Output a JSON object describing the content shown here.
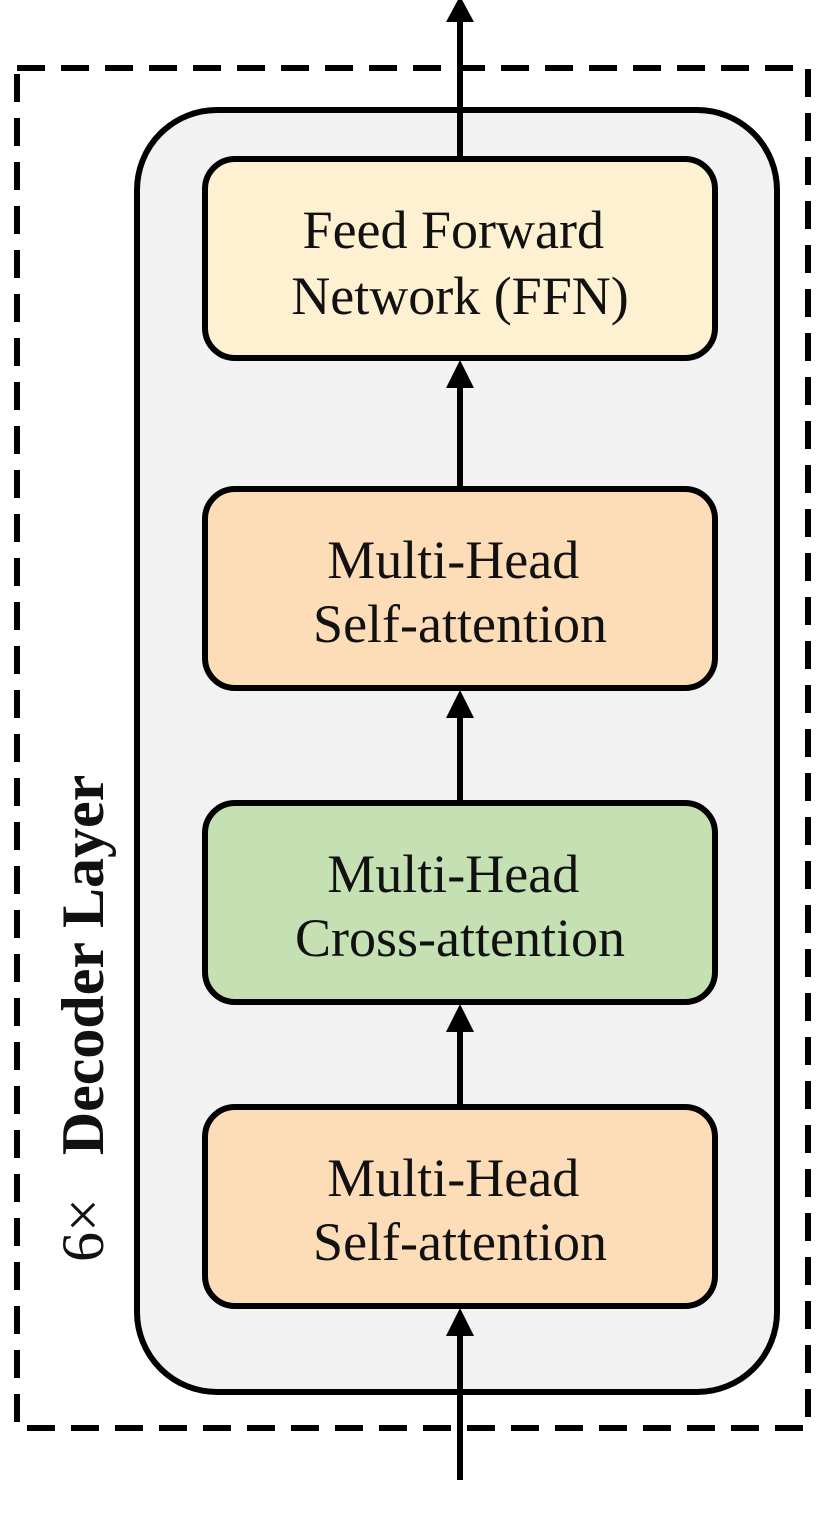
{
  "side_label": {
    "repeat": "6×",
    "name": "Decoder Layer"
  },
  "blocks": [
    {
      "id": "ffn",
      "lines": [
        "Feed Forward",
        "Network (FFN)"
      ],
      "fill": "#fdf1d2"
    },
    {
      "id": "self-attention-top",
      "lines": [
        "Multi-Head",
        "Self-attention"
      ],
      "fill": "#fddcb8"
    },
    {
      "id": "cross-attention",
      "lines": [
        "Multi-Head",
        "Cross-attention"
      ],
      "fill": "#c5e0b3"
    },
    {
      "id": "self-attention-bottom",
      "lines": [
        "Multi-Head",
        "Self-attention"
      ],
      "fill": "#fddcb8"
    }
  ],
  "colors": {
    "container_fill": "#f2f2f2",
    "stroke": "#000000"
  }
}
